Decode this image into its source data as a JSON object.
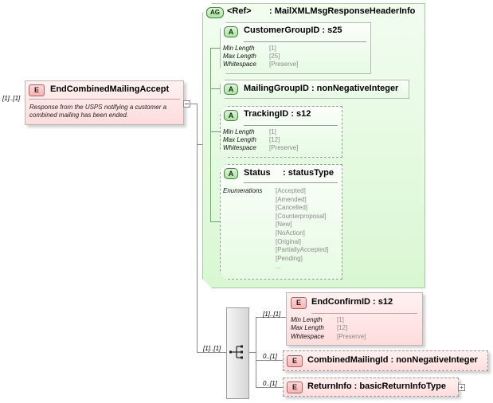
{
  "root": {
    "multiplicity": "[1]..[1]",
    "badge": "E",
    "name": "EndCombinedMailingAccept",
    "description": "Response from the USPS notifying a customer a combined mailing has been ended."
  },
  "group": {
    "badge": "AG",
    "ref": "<Ref>",
    "name": ": MailXMLMsgResponseHeaderInfo",
    "attributes": [
      {
        "badge": "A",
        "name": "CustomerGroupID : s25",
        "facets": [
          {
            "label": "Min Length",
            "value": "[1]"
          },
          {
            "label": "Max Length",
            "value": "[25]"
          },
          {
            "label": "Whitespace",
            "value": "[Preserve]"
          }
        ]
      },
      {
        "badge": "A",
        "name": "MailingGroupID : nonNegativeInteger",
        "facets": []
      },
      {
        "badge": "A",
        "name": "TrackingID : s12",
        "facets": [
          {
            "label": "Min Length",
            "value": "[1]"
          },
          {
            "label": "Max Length",
            "value": "[12]"
          },
          {
            "label": "Whitespace",
            "value": "[Preserve]"
          }
        ]
      },
      {
        "badge": "A",
        "name": "Status",
        "type": ": statusType",
        "enum_label": "Enumerations",
        "enumerations": [
          "[Accepted]",
          "[Amended]",
          "[Cancelled]",
          "[Counterproposal]",
          "[New]",
          "[NoAction]",
          "[Original]",
          "[PartiallyAccepted]",
          "[Pending]",
          "..."
        ]
      }
    ]
  },
  "sequence": {
    "multiplicity": "[1]..[1]",
    "children": [
      {
        "multiplicity": "[1]..[1]",
        "badge": "E",
        "name": "EndConfirmID : s12",
        "facets": [
          {
            "label": "Min Length",
            "value": "[1]"
          },
          {
            "label": "Max Length",
            "value": "[12]"
          },
          {
            "label": "Whitespace",
            "value": "[Preserve]"
          }
        ]
      },
      {
        "multiplicity": "0..[1]",
        "badge": "E",
        "name": "CombinedMailingId : nonNegativeInteger"
      },
      {
        "multiplicity": "0..[1]",
        "badge": "E",
        "name": "ReturnInfo : basicReturnInfoType",
        "expand": "+"
      }
    ]
  },
  "colors": {
    "element_fill": "#ffdcdc",
    "attribute_fill": "#e6fbe3",
    "group_fill": "#d9f7d3",
    "connector": "#8a8a8a"
  }
}
